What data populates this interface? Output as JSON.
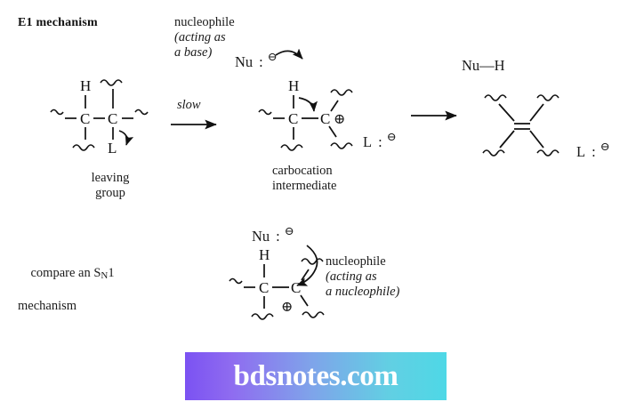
{
  "figure": {
    "title": "E1 mechanism",
    "compare_label_line1": "compare an S",
    "compare_label_sub": "N",
    "compare_label_line1b": "1",
    "compare_label_line2": "mechanism"
  },
  "labels": {
    "nucleophile_top": "nucleophile",
    "nucleophile_top_note1": "(acting as",
    "nucleophile_top_note2": "a base)",
    "nucleophile_bottom": "nucleophile",
    "nucleophile_bottom_note1": "(acting as",
    "nucleophile_bottom_note2": "a nucleophile)",
    "slow": "slow",
    "leaving_group_line1": "leaving",
    "leaving_group_line2": "group",
    "carbocation_line1": "carbocation",
    "carbocation_line2": "intermediate"
  },
  "species": {
    "nu_anion_top": "Nu",
    "nu_anion_top_lone_pair": ":",
    "nu_anion_top_charge": "⊖",
    "nu_anion_bottom": "Nu",
    "nu_anion_bottom_lone_pair": ":",
    "nu_anion_bottom_charge": "⊖",
    "nu_h_product": "Nu—H",
    "l_anion_mid": "L",
    "l_anion_mid_lone_pair": ":",
    "l_anion_mid_charge": "⊖",
    "l_anion_right": "L",
    "l_anion_right_lone_pair": ":",
    "l_anion_right_charge": "⊖"
  },
  "atoms": {
    "h_reactant": "H",
    "c_left_reactant": "C",
    "c_right_reactant": "C",
    "l_reactant": "L",
    "h_intermediate": "H",
    "c_left_intermediate": "C",
    "c_right_intermediate": "C",
    "plus_intermediate": "⊕",
    "h_sn1": "H",
    "c_left_sn1": "C",
    "c_right_sn1": "C",
    "plus_sn1": "⊕"
  },
  "banner": {
    "text": "bdsnotes.com",
    "gradient_from": "#7b52f2",
    "gradient_to": "#4ed8e6"
  },
  "colors": {
    "ink": "#1a1a1a",
    "background": "#ffffff"
  }
}
